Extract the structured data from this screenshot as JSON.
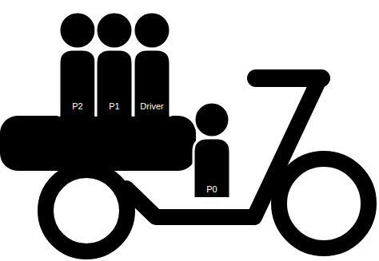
{
  "diagram": {
    "nodes": [
      {
        "text": [
          "P2"
        ]
      },
      {
        "text": [
          "P1"
        ]
      },
      {
        "text": [
          "Driver"
        ]
      },
      {
        "text": [
          "P0"
        ]
      }
    ]
  }
}
